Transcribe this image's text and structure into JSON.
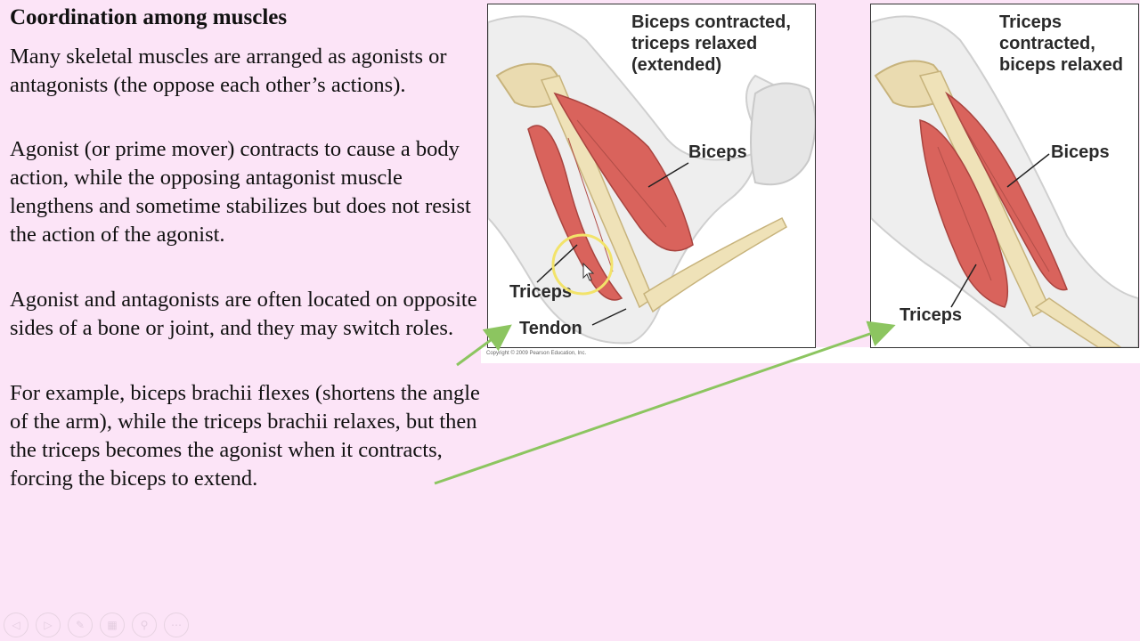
{
  "slide": {
    "title": "Coordination among muscles",
    "paragraphs": [
      "Many skeletal muscles are arranged as agonists or antagonists (the oppose each other’s actions).",
      "Agonist (or prime mover) contracts to cause a body action, while the opposing antagonist muscle lengthens and sometime stabilizes but does not resist the action of the agonist.",
      "Agonist and antagonists are often located on opposite sides of a bone or joint, and they may switch roles.",
      "For example, biceps brachii flexes (shortens the angle of the arm), while the triceps brachii relaxes, but then the triceps becomes the agonist when it contracts, forcing the biceps to extend."
    ]
  },
  "figure1": {
    "caption_lines": [
      "Biceps contracted,",
      "triceps relaxed",
      "(extended)"
    ],
    "label_biceps": "Biceps",
    "label_triceps": "Triceps",
    "label_tendon": "Tendon"
  },
  "figure2": {
    "caption_lines": [
      "Triceps",
      "contracted,",
      "biceps relaxed"
    ],
    "label_biceps": "Biceps",
    "label_triceps": "Triceps"
  },
  "copyright": "Copyright © 2009 Pearson Education, Inc.",
  "colors": {
    "background": "#fce4f7",
    "arrow": "#8cc560",
    "highlight_circle": "#f2e36a",
    "muscle": "#d9635c"
  },
  "player_controls": [
    {
      "icon": "previous-icon",
      "glyph": "◁"
    },
    {
      "icon": "play-icon",
      "glyph": "▷"
    },
    {
      "icon": "pen-icon",
      "glyph": "✎"
    },
    {
      "icon": "slides-icon",
      "glyph": "▦"
    },
    {
      "icon": "zoom-icon",
      "glyph": "⚲"
    },
    {
      "icon": "more-icon",
      "glyph": "⋯"
    }
  ]
}
